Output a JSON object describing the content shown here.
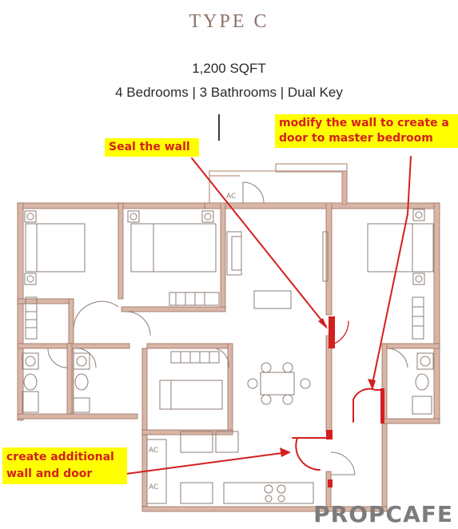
{
  "header": {
    "title": "TYPE C",
    "area": "1,200 SQFT",
    "rooms": "4 Bedrooms | 3 Bathrooms | Dual Key"
  },
  "annotations": {
    "seal_wall": "Seal the wall",
    "modify_wall": "modify the wall to create a door to master bedroom",
    "create_wall": "create additional wall and door"
  },
  "plan_labels": {
    "ac_top": "AC",
    "ac_kitchen_1": "AC",
    "ac_kitchen_2": "AC"
  },
  "watermark": "PROPCAFE",
  "colors": {
    "wall": "#c9a08f",
    "wall_edge": "#9c6e5c",
    "fixture": "#8e7c74",
    "annotation": "#d41f1f",
    "highlight": "#ffff00"
  }
}
